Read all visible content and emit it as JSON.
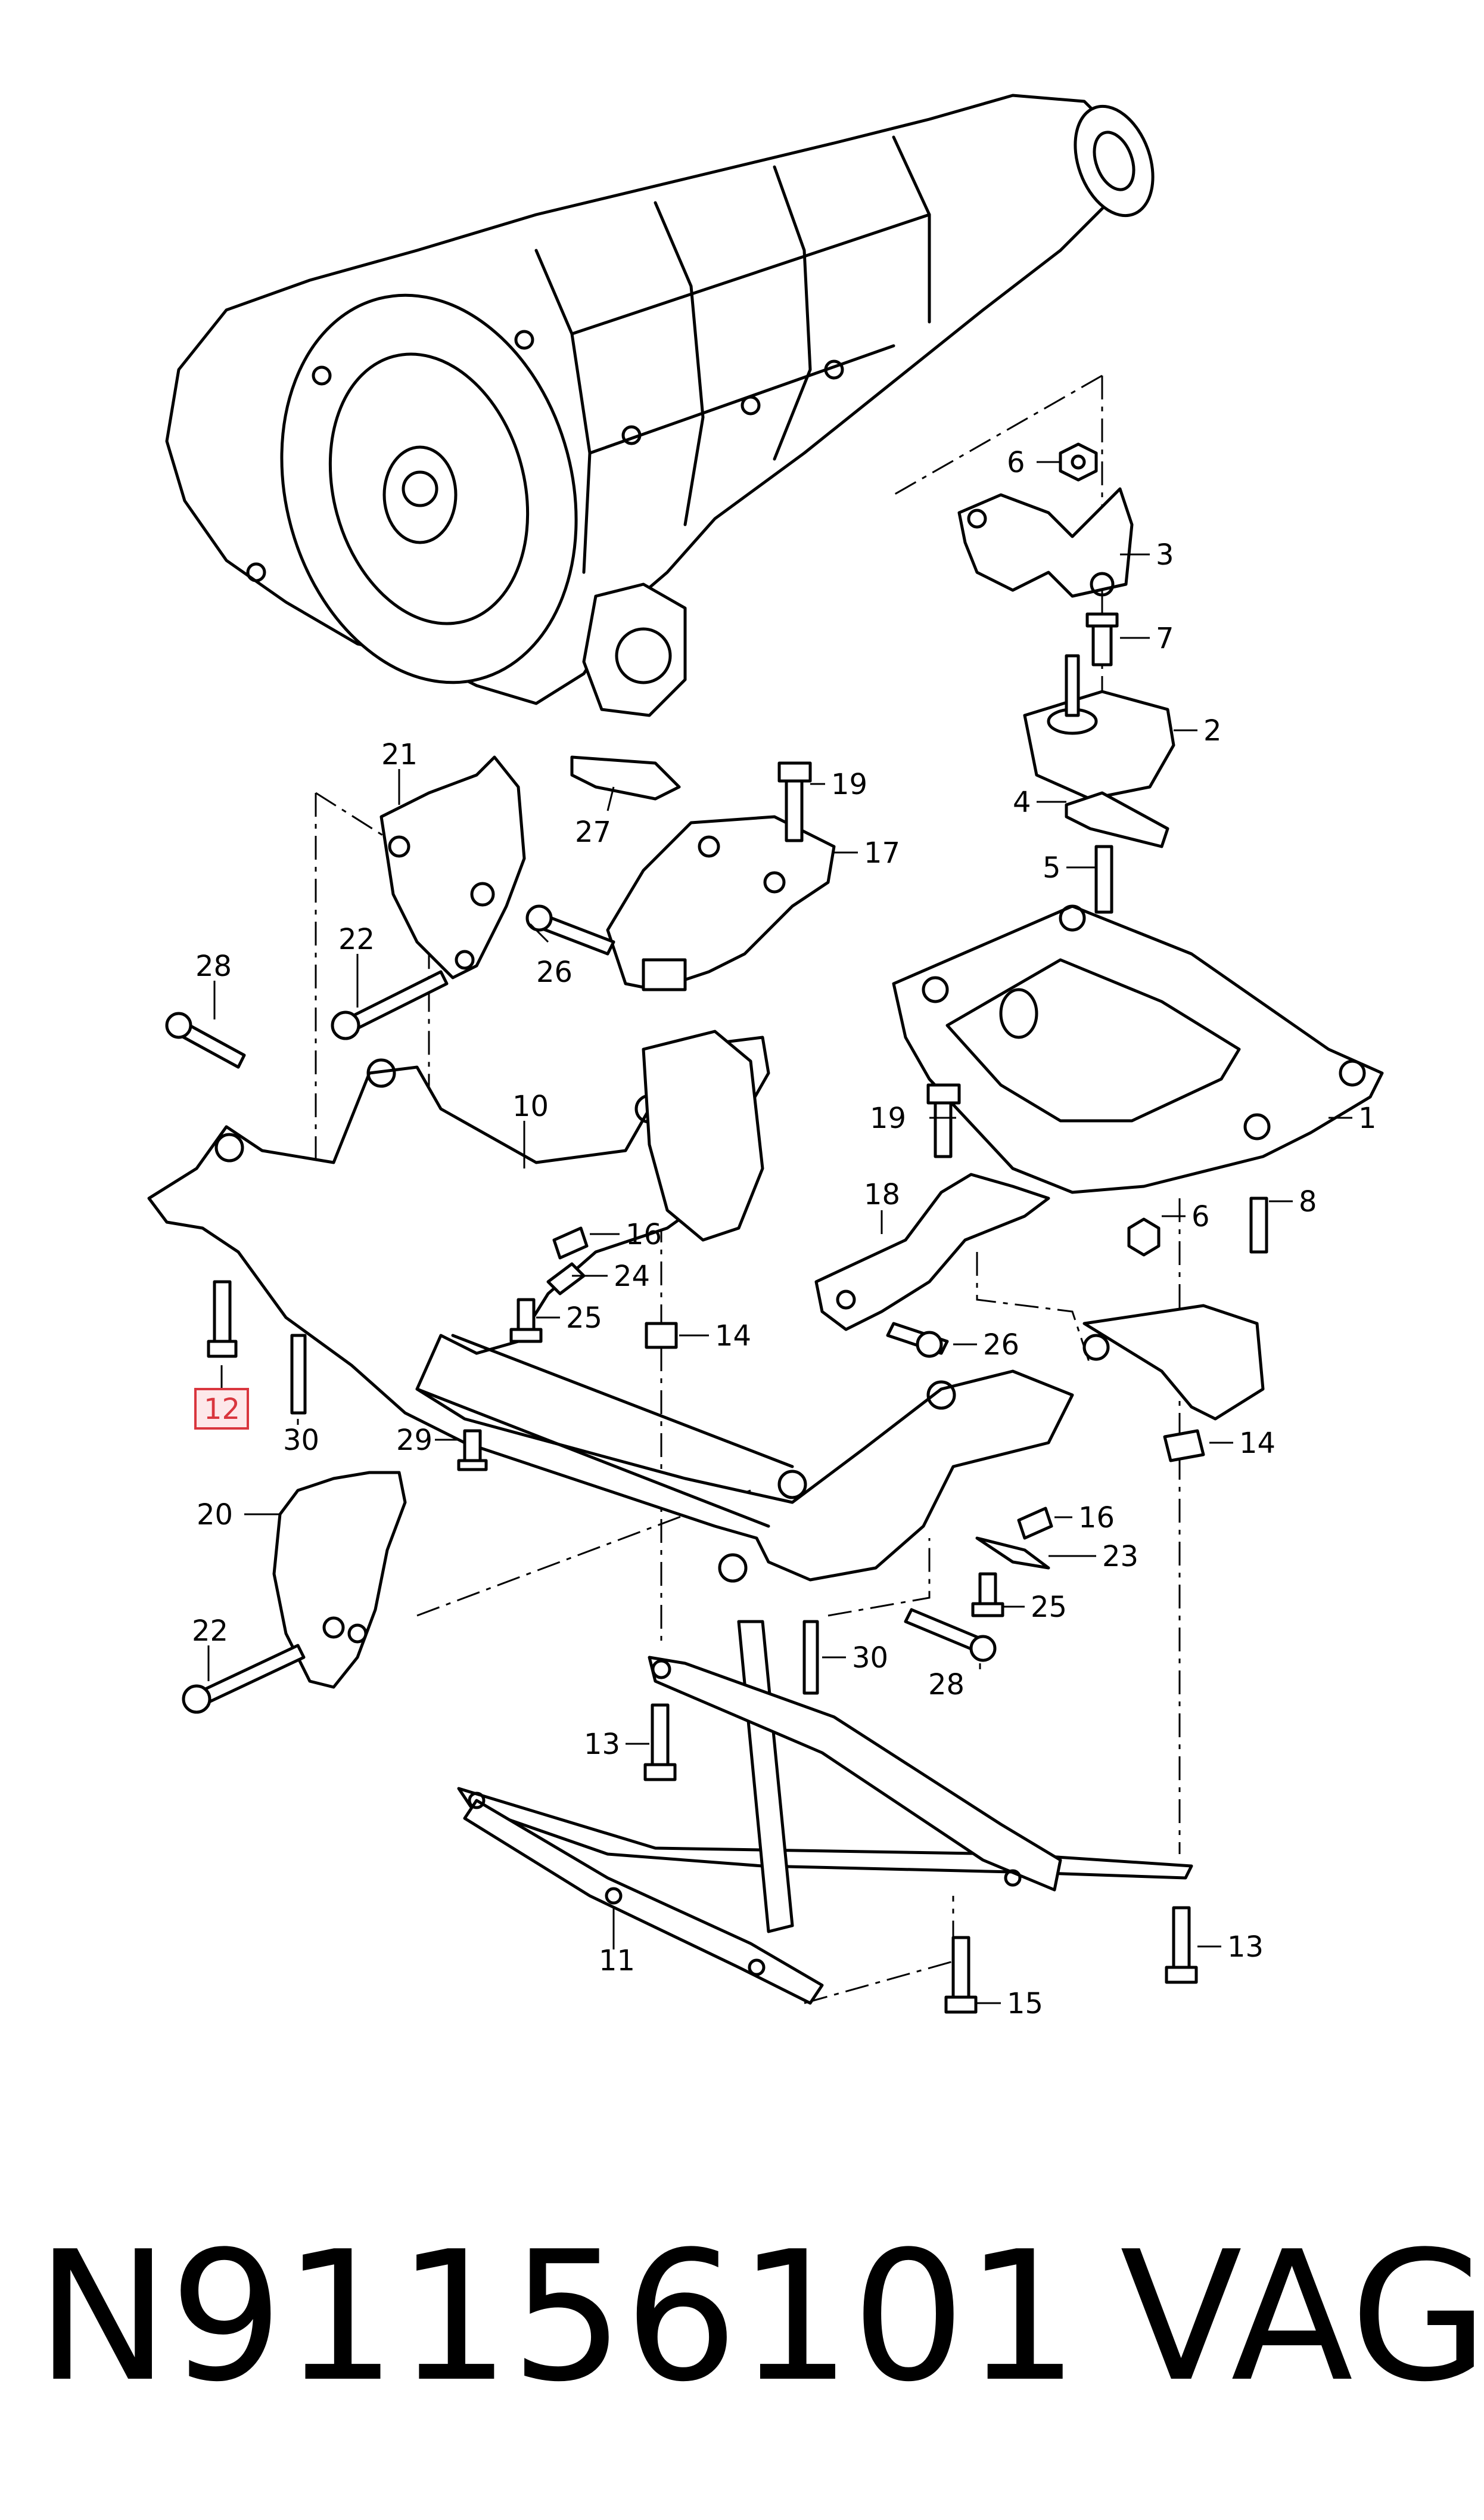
{
  "callouts": [
    {
      "id": "c1",
      "label": "1"
    },
    {
      "id": "c2",
      "label": "2"
    },
    {
      "id": "c3",
      "label": "3"
    },
    {
      "id": "c4",
      "label": "4"
    },
    {
      "id": "c5",
      "label": "5"
    },
    {
      "id": "c6a",
      "label": "6"
    },
    {
      "id": "c6b",
      "label": "6"
    },
    {
      "id": "c7",
      "label": "7"
    },
    {
      "id": "c8",
      "label": "8"
    },
    {
      "id": "c10",
      "label": "10"
    },
    {
      "id": "c11",
      "label": "11"
    },
    {
      "id": "c12",
      "label": "12"
    },
    {
      "id": "c13a",
      "label": "13"
    },
    {
      "id": "c13b",
      "label": "13"
    },
    {
      "id": "c14a",
      "label": "14"
    },
    {
      "id": "c14b",
      "label": "14"
    },
    {
      "id": "c15",
      "label": "15"
    },
    {
      "id": "c16a",
      "label": "16"
    },
    {
      "id": "c16b",
      "label": "16"
    },
    {
      "id": "c17",
      "label": "17"
    },
    {
      "id": "c18",
      "label": "18"
    },
    {
      "id": "c19a",
      "label": "19"
    },
    {
      "id": "c19b",
      "label": "19"
    },
    {
      "id": "c20",
      "label": "20"
    },
    {
      "id": "c21",
      "label": "21"
    },
    {
      "id": "c22a",
      "label": "22"
    },
    {
      "id": "c22b",
      "label": "22"
    },
    {
      "id": "c23",
      "label": "23"
    },
    {
      "id": "c24",
      "label": "24"
    },
    {
      "id": "c25a",
      "label": "25"
    },
    {
      "id": "c25b",
      "label": "25"
    },
    {
      "id": "c26a",
      "label": "26"
    },
    {
      "id": "c26b",
      "label": "26"
    },
    {
      "id": "c27",
      "label": "27"
    },
    {
      "id": "c28a",
      "label": "28"
    },
    {
      "id": "c28b",
      "label": "28"
    },
    {
      "id": "c29",
      "label": "29"
    },
    {
      "id": "c30a",
      "label": "30"
    },
    {
      "id": "c30b",
      "label": "30"
    }
  ],
  "highlighted_callout": "c12",
  "highlight_color": "#d9363e",
  "footer": {
    "part_number": "N91156101",
    "brand": "VAG"
  }
}
